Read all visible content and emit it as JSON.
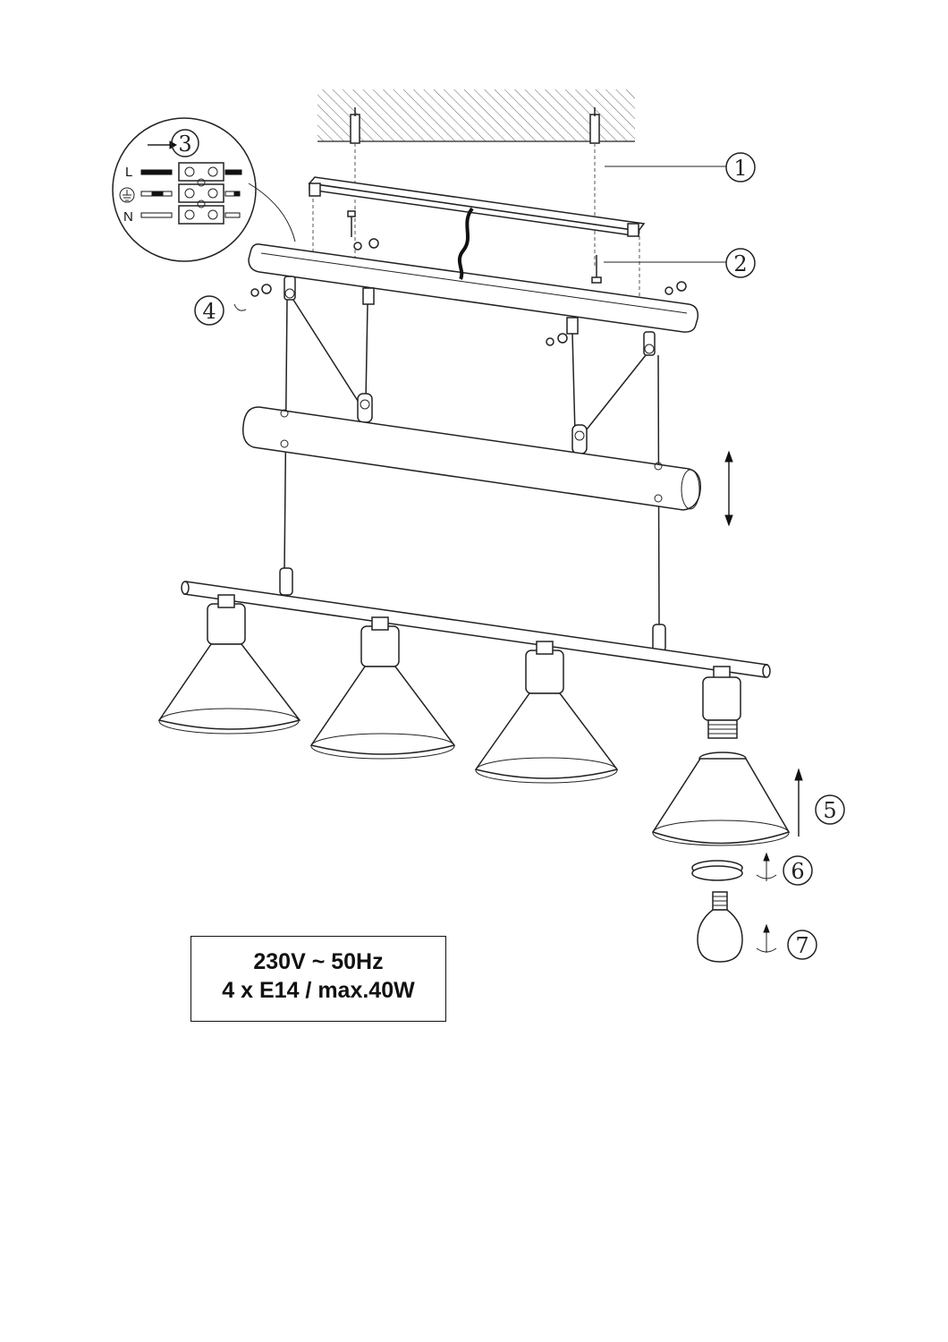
{
  "callouts": {
    "step1": "1",
    "step2": "2",
    "step3": "3",
    "step4": "4",
    "step5": "5",
    "step6": "6",
    "step7": "7"
  },
  "wiring": {
    "live": "L",
    "neutral": "N"
  },
  "spec": {
    "line1": "230V ~ 50Hz",
    "line2": "4 x E14 / max.40W"
  }
}
